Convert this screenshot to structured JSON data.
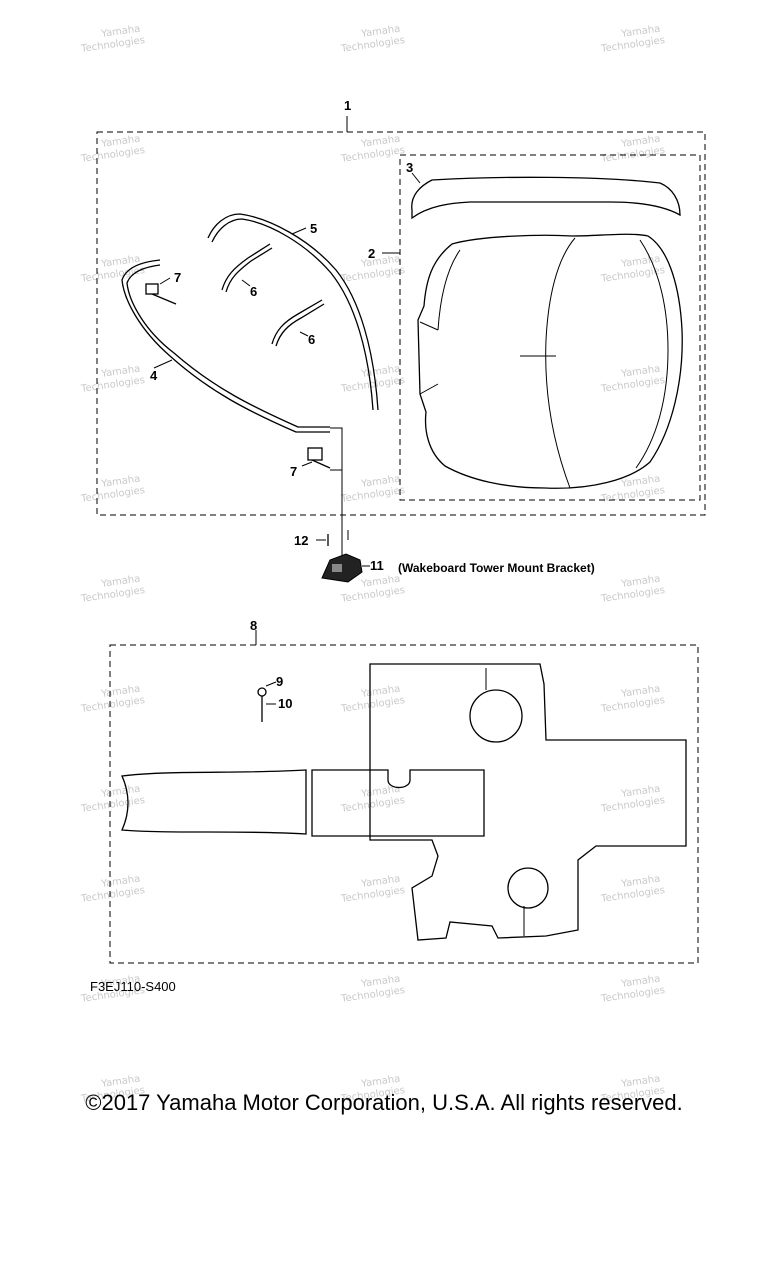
{
  "diagram": {
    "callouts": {
      "c1": "1",
      "c2": "2",
      "c3": "3",
      "c4": "4",
      "c5": "5",
      "c6a": "6",
      "c6b": "6",
      "c7a": "7",
      "c7b": "7",
      "c8": "8",
      "c9": "9",
      "c10": "10",
      "c11": "11",
      "c12": "12"
    },
    "bracket_note": "(Wakeboard Tower Mount Bracket)",
    "drawing_code": "F3EJ110-S400",
    "watermark_line1": "Yamaha",
    "watermark_line2": "Technologies"
  },
  "footer": {
    "copyright": "©2017 Yamaha Motor Corporation, U.S.A. All rights reserved."
  }
}
